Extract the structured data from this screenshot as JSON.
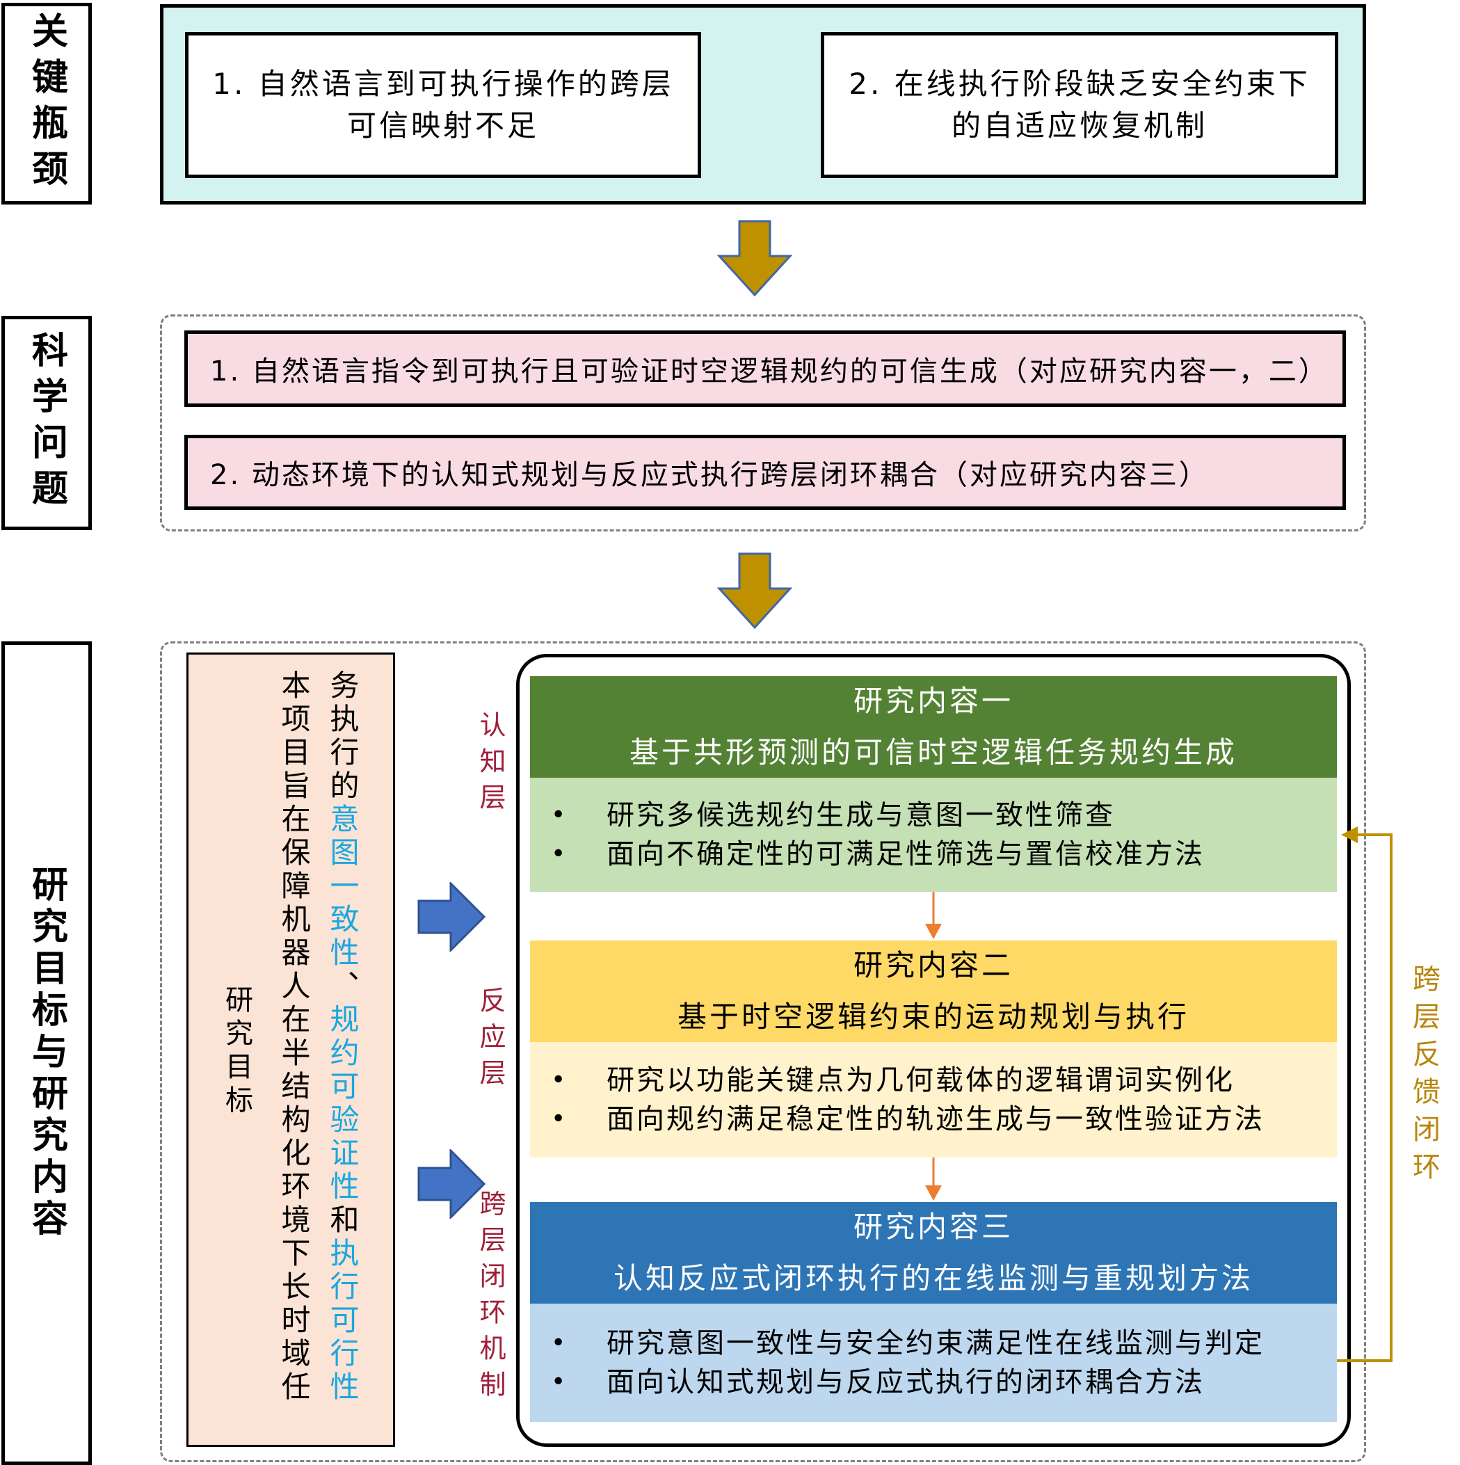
{
  "sections": {
    "bottleneck_label": "关键瓶颈",
    "science_label": "科学问题",
    "content_label": "研究目标与研究内容"
  },
  "bottlenecks": [
    {
      "line1": "1. 自然语言到可执行操作的跨层",
      "line2": "可信映射不足"
    },
    {
      "line1": "2. 在线执行阶段缺乏安全约束下",
      "line2": "的自适应恢复机制"
    }
  ],
  "science_questions": [
    "1. 自然语言指令到可执行且可验证时空逻辑规约的可信生成（对应研究内容一，二）",
    "2. 动态环境下的认知式规划与反应式执行跨层闭环耦合（对应研究内容三）"
  ],
  "goal": {
    "label": "研究目标",
    "col1": "本项目旨在保障机器人在半结构化环境下长时域任",
    "col2_parts": [
      {
        "text": "务执行的",
        "hl": false
      },
      {
        "text": "意图一致性",
        "hl": true
      },
      {
        "text": "、",
        "hl": false
      },
      {
        "text": "规约可验证性",
        "hl": true
      },
      {
        "text": "和",
        "hl": false
      },
      {
        "text": "执行可行性",
        "hl": true
      }
    ]
  },
  "layers": {
    "cognitive": "认知层",
    "reactive": "反应层",
    "cross": "跨层闭环机制"
  },
  "contents": [
    {
      "title": "研究内容一",
      "subtitle": "基于共形预测的可信时空逻辑任务规约生成",
      "bullets": [
        "研究多候选规约生成与意图一致性筛查",
        "面向不确定性的可满足性筛选与置信校准方法"
      ]
    },
    {
      "title": "研究内容二",
      "subtitle": "基于时空逻辑约束的运动规划与执行",
      "bullets": [
        "研究以功能关键点为几何载体的逻辑谓词实例化",
        "面向规约满足稳定性的轨迹生成与一致性验证方法"
      ]
    },
    {
      "title": "研究内容三",
      "subtitle": "认知反应式闭环执行的在线监测与重规划方法",
      "bullets": [
        "研究意图一致性与安全约束满足性在线监测与判定",
        "面向认知式规划与反应式执行的闭环耦合方法"
      ]
    }
  ],
  "feedback_label": "跨层反馈闭环",
  "colors": {
    "bottleneck_bg": "#d4f2ef",
    "question_bg": "#f9dbe4",
    "goal_bg": "#fbe3d5",
    "rc1_head": "#548235",
    "rc1_body": "#c5e0b4",
    "rc2_head": "#ffd966",
    "rc2_body": "#fff2cc",
    "rc3_head": "#2e75b6",
    "rc3_body": "#bdd7ee",
    "arrow_gold": "#bf9000",
    "arrow_blue": "#4472c4",
    "highlight": "#1ba7e0"
  }
}
